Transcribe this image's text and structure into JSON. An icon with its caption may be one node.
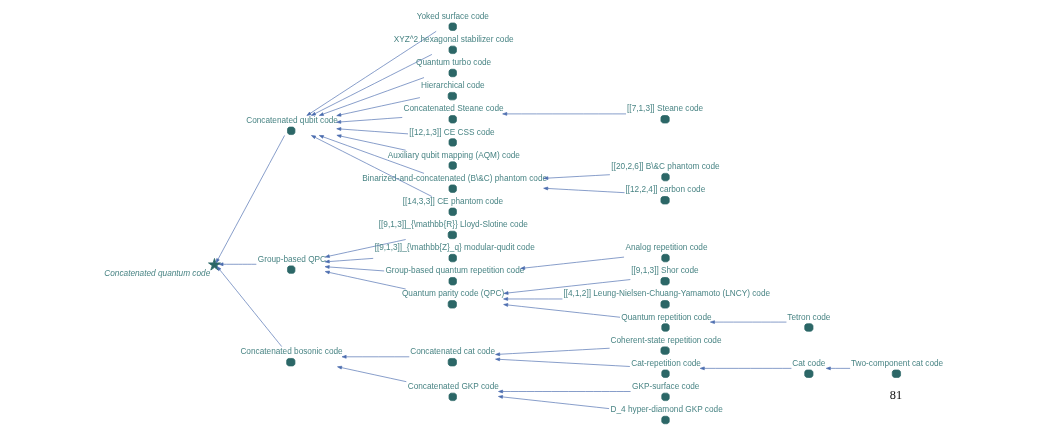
{
  "diagram": {
    "nodes": [
      {
        "text": [
          "Concatenated GKP code"
        ]
      },
      {
        "text": [
          "Yoked surface code"
        ]
      },
      {
        "text": [
          "XYZ^2 hexagonal stabilizer code"
        ]
      },
      {
        "text": [
          "GKP-surface code"
        ]
      },
      {
        "text": [
          "Quantum turbo code"
        ]
      },
      {
        "text": [
          "D_4 hyper-diamond GKP code"
        ]
      },
      {
        "text": [
          "Hierarchical code"
        ]
      },
      {
        "text": [
          "Concatenated bosonic code"
        ]
      },
      {
        "text": [
          "[[7,1,3]] Steane code"
        ]
      },
      {
        "text": [
          "Concatenated qubit code"
        ]
      },
      {
        "text": [
          "Concatenated quantum code"
        ]
      },
      {
        "text": [
          "Concatenated Steane code"
        ]
      },
      {
        "text": [
          "Concatenated cat code"
        ]
      },
      {
        "text": [
          "[[12,1,3]] CE CSS code"
        ]
      },
      {
        "text": [
          "Coherent-state repetition code"
        ]
      },
      {
        "text": [
          "Auxiliary qubit mapping (AQM) code"
        ]
      },
      {
        "text": [
          "[[9,1,3]]_{\\mathbb{R}} Lloyd-Slotine code"
        ]
      },
      {
        "text": [
          "Binarized-and-concatenated (B\\&C) phantom code"
        ]
      },
      {
        "text": [
          "Cat-repetition code"
        ]
      },
      {
        "text": [
          "[[14,3,3]] CE phantom code"
        ]
      },
      {
        "text": [
          "Group-based QPC"
        ]
      },
      {
        "text": [
          "[[20,2,6]] B\\&C phantom code"
        ]
      },
      {
        "text": [
          "Cat code"
        ]
      },
      {
        "text": [
          "[[9,1,3]]_{\\mathbb{Z}_q} modular-qudit code"
        ]
      },
      {
        "text": [
          "Group-based quantum repetition code"
        ]
      },
      {
        "text": [
          "Two-component cat code"
        ]
      },
      {
        "text": [
          "[[12,2,4]] carbon code"
        ]
      },
      {
        "text": [
          "Analog repetition code"
        ]
      },
      {
        "text": [
          "Quantum parity code (QPC)"
        ]
      },
      {
        "text": [
          "[[9,1,3]] Shor code"
        ]
      },
      {
        "text": [
          "[[4,1,2]] Leung-Nielsen-Chuang-Yamamoto (LNCY) code"
        ]
      },
      {
        "text": [
          "Quantum repetition code"
        ]
      },
      {
        "text": [
          "Tetron code"
        ]
      }
    ],
    "edges": [
      {
        "from": 9,
        "to": 10,
        "arrow": "to"
      },
      {
        "from": 7,
        "to": 10,
        "arrow": "to"
      },
      {
        "from": 20,
        "to": 10,
        "arrow": "to"
      },
      {
        "from": 0,
        "to": 7,
        "arrow": "to"
      },
      {
        "from": 12,
        "to": 7,
        "arrow": "to"
      },
      {
        "from": 3,
        "to": 0,
        "arrow": "to"
      },
      {
        "from": 5,
        "to": 0,
        "arrow": "to"
      },
      {
        "from": 14,
        "to": 12,
        "arrow": "to"
      },
      {
        "from": 18,
        "to": 12,
        "arrow": "to"
      },
      {
        "from": 22,
        "to": 18,
        "arrow": "to"
      },
      {
        "from": 25,
        "to": 22,
        "arrow": "to"
      },
      {
        "from": 1,
        "to": 9,
        "arrow": "to"
      },
      {
        "from": 2,
        "to": 9,
        "arrow": "to"
      },
      {
        "from": 4,
        "to": 9,
        "arrow": "to"
      },
      {
        "from": 6,
        "to": 9,
        "arrow": "to"
      },
      {
        "from": 11,
        "to": 9,
        "arrow": "to"
      },
      {
        "from": 8,
        "to": 11,
        "arrow": "to"
      },
      {
        "from": 15,
        "to": 9,
        "arrow": "to"
      },
      {
        "from": 17,
        "to": 9,
        "arrow": "to"
      },
      {
        "from": 21,
        "to": 17,
        "arrow": "to"
      },
      {
        "from": 26,
        "to": 17,
        "arrow": "to"
      },
      {
        "from": 13,
        "to": 9,
        "arrow": "to"
      },
      {
        "from": 19,
        "to": 9,
        "arrow": "to"
      },
      {
        "from": 16,
        "to": 20,
        "arrow": "to"
      },
      {
        "from": 23,
        "to": 20,
        "arrow": "to"
      },
      {
        "from": 24,
        "to": 20,
        "arrow": "to"
      },
      {
        "from": 27,
        "to": 24,
        "arrow": "to"
      },
      {
        "from": 28,
        "to": 20,
        "arrow": "to"
      },
      {
        "from": 29,
        "to": 28,
        "arrow": "to"
      },
      {
        "from": 30,
        "to": 28,
        "arrow": "to"
      },
      {
        "from": 31,
        "to": 28,
        "arrow": "to"
      },
      {
        "from": 32,
        "to": 31,
        "arrow": "to"
      }
    ],
    "labels": [
      "81"
    ]
  }
}
